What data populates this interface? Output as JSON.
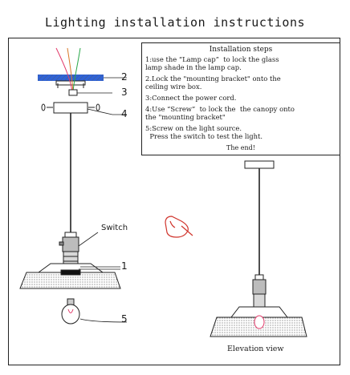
{
  "title": "Lighting installation instructions",
  "steps": {
    "heading": "Installation steps",
    "items": [
      "1:use the “Lamp cap”  to lock the glass\nlamp shade in the lamp cap.",
      "2.Lock the \"mounting bracket\" onto the\nceiling wire box.",
      "3:Connect the power cord.",
      "4:Use “Screw”  to lock the  the canopy onto\nthe \"mounting bracket\"",
      "5:Screw on the light source.\n  Press the switch to test the light."
    ],
    "end": "The end!"
  },
  "labels": {
    "callout_2": "2",
    "callout_3": "3",
    "callout_4": "4",
    "callout_1": "1",
    "callout_5": "5",
    "switch": "Switch",
    "elevation": "Elevation view"
  }
}
